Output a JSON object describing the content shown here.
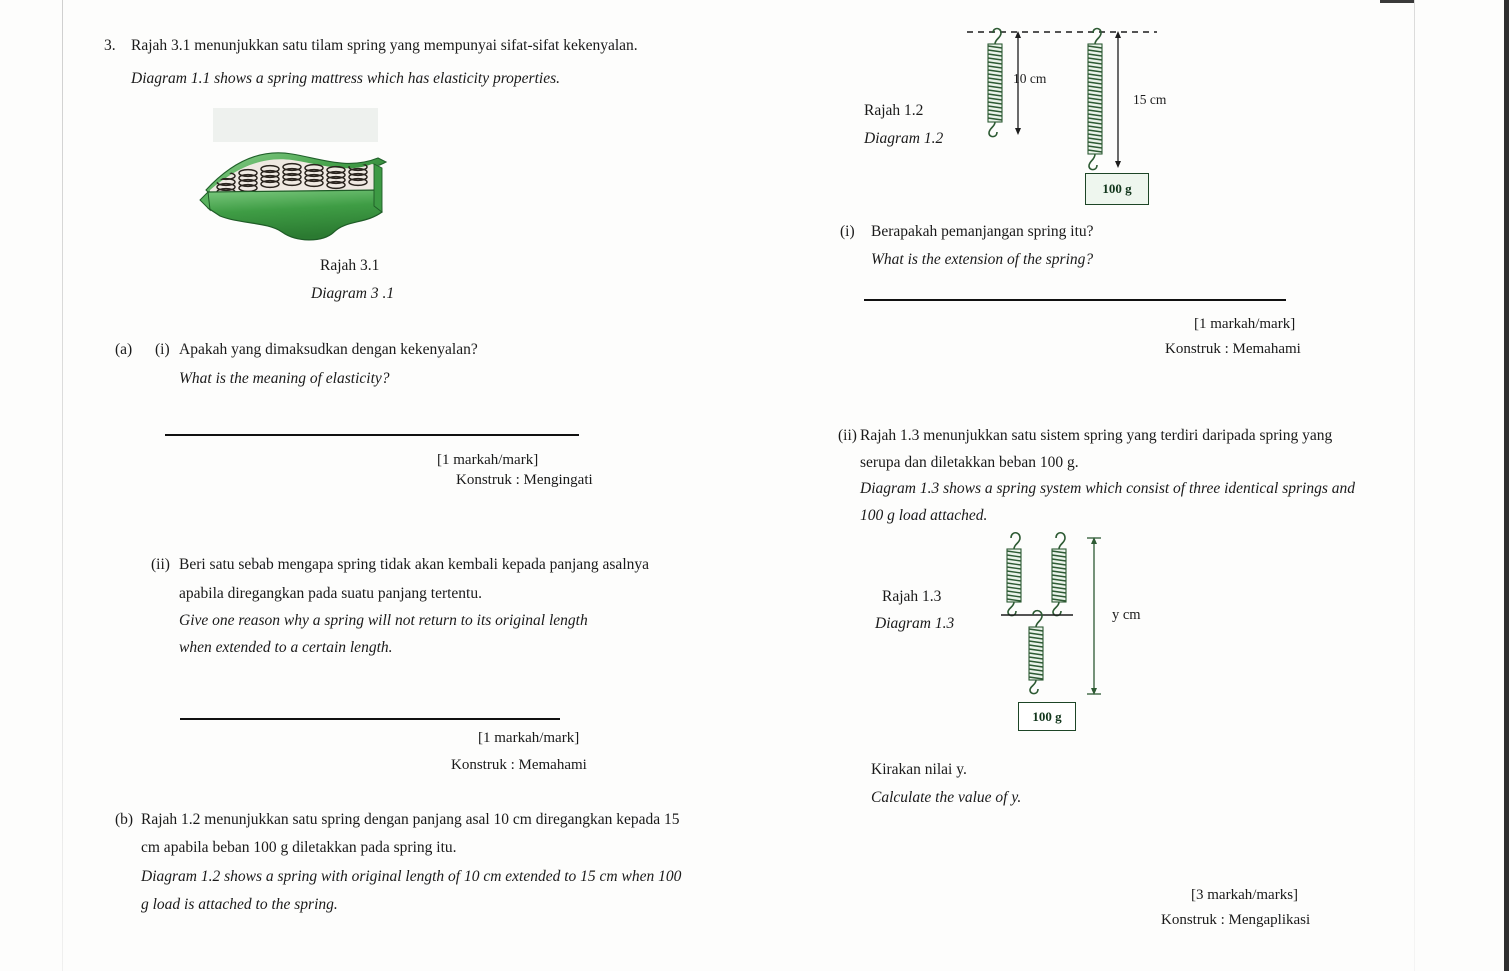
{
  "question": {
    "number": "3.",
    "stem_ml": "Rajah 3.1 menunjukkan satu tilam spring yang mempunyai sifat-sifat kekenyalan.",
    "stem_en": "Diagram 1.1 shows a spring mattress which has elasticity properties."
  },
  "figure_31": {
    "caption_ml": "Rajah 3.1",
    "caption_en": "Diagram  3 .1",
    "alt": "spring-mattress-cutaway"
  },
  "part_a": {
    "label": "(a)",
    "i": {
      "label": "(i)",
      "text_ml": "Apakah yang dimaksudkan dengan kekenyalan?",
      "text_en": "What is the meaning of elasticity?",
      "marks": "[1 markah/mark]",
      "konstruk": "Konstruk : Mengingati"
    },
    "ii": {
      "label": "(ii)",
      "text_ml_line1": "Beri satu sebab mengapa spring tidak akan kembali kepada panjang asalnya",
      "text_ml_line2": "apabila diregangkan pada suatu panjang tertentu.",
      "text_en_line1": "Give one reason why a spring will not return to its original length",
      "text_en_line2": "when  extended to a certain length.",
      "marks": "[1 markah/mark]",
      "konstruk": "Konstruk : Memahami"
    }
  },
  "part_b": {
    "label": "(b)",
    "text_ml_line1": "Rajah 1.2 menunjukkan satu spring dengan panjang asal 10 cm diregangkan kepada 15",
    "text_ml_line2": "cm apabila beban 100 g diletakkan pada spring itu.",
    "text_en_line1": "Diagram 1.2 shows a spring with original length of 10 cm extended to 15 cm when 100",
    "text_en_line2": "g load is attached to the spring."
  },
  "figure_12": {
    "caption_ml": "Rajah 1.2",
    "caption_en": "Diagram 1.2",
    "spring_unloaded_length": "10 cm",
    "spring_loaded_length": "15 cm",
    "load_label": "100 g"
  },
  "part_b_i": {
    "label": "(i)",
    "text_ml": "Berapakah pemanjangan spring itu?",
    "text_en": "What is the extension of the spring?",
    "marks": "[1 markah/mark]",
    "konstruk": "Konstruk : Memahami"
  },
  "part_b_ii": {
    "label": "(ii)",
    "text_ml_line1": "Rajah 1.3 menunjukkan satu sistem spring yang terdiri daripada spring yang",
    "text_ml_line2": "serupa dan diletakkan beban 100 g.",
    "text_en_line1": "Diagram 1.3 shows a spring system which consist of three identical springs and",
    "text_en_line2": "100 g load attached.",
    "prompt_ml": "Kirakan nilai y.",
    "prompt_en": "Calculate the value of y.",
    "marks": "[3 markah/marks]",
    "konstruk": "Konstruk : Mengaplikasi"
  },
  "figure_13": {
    "caption_ml": "Rajah 1.3",
    "caption_en": "Diagram 1.3",
    "dimension_label": "y cm",
    "load_label": "100 g"
  },
  "colors": {
    "spring_green": "#2d5a33",
    "mattress_green": "#4aa84f",
    "mattress_coil_dark": "#2a241e",
    "ink": "#111111",
    "box_fill": "#eef6ee"
  }
}
